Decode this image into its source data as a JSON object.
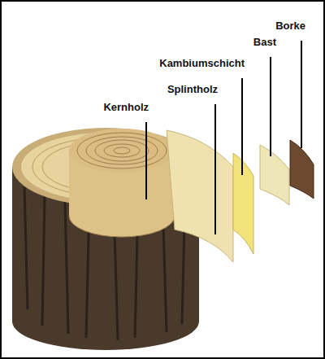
{
  "diagram": {
    "labels": [
      "Kernholz",
      "Splintholz",
      "Kambiumschicht",
      "Bast",
      "Borke"
    ]
  }
}
